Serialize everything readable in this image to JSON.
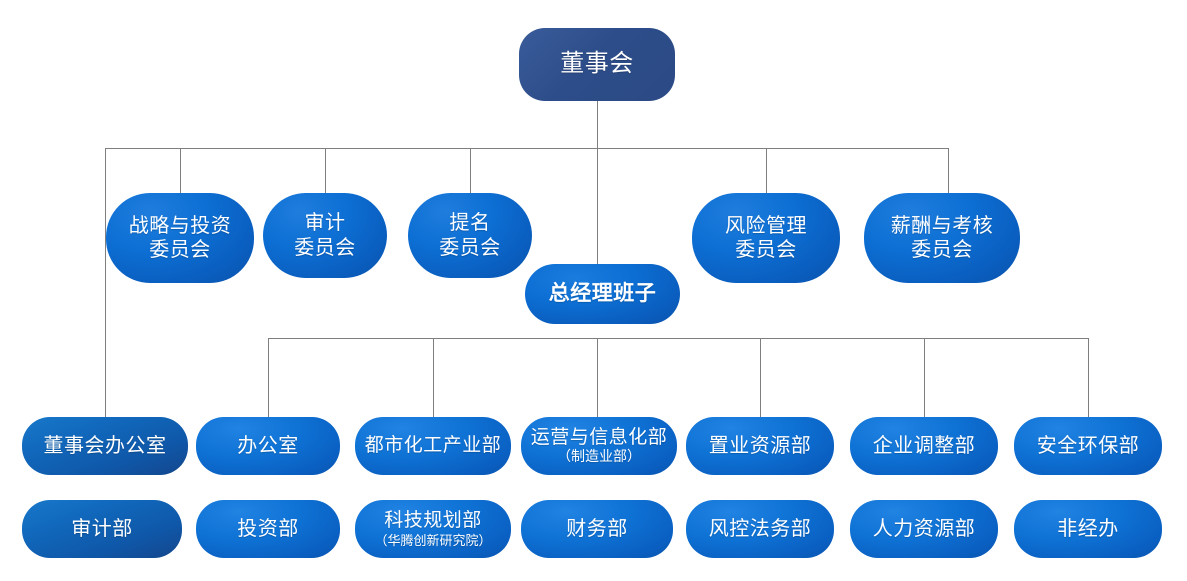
{
  "chart_title": "",
  "theme": {
    "background": "#ffffff",
    "line_color": "#7f7f7f",
    "board_color": "#2d4d8a",
    "committee_color": "#0d6fd4",
    "department_color": "#0f73d6",
    "accent_department_color": "#1169bd",
    "text_color": "#ffffff"
  },
  "board": {
    "label": "董事会"
  },
  "committees": [
    {
      "label_line1": "战略与投资",
      "label_line2": "委员会"
    },
    {
      "label_line1": "审计",
      "label_line2": "委员会"
    },
    {
      "label_line1": "提名",
      "label_line2": "委员会"
    },
    {
      "label_line1": "风险管理",
      "label_line2": "委员会"
    },
    {
      "label_line1": "薪酬与考核",
      "label_line2": "委员会"
    }
  ],
  "general_manager": {
    "label": "总经理班子"
  },
  "departments_row1": [
    {
      "label": "董事会办公室",
      "sub": ""
    },
    {
      "label": "办公室",
      "sub": ""
    },
    {
      "label": "都市化工产业部",
      "sub": ""
    },
    {
      "label": "运营与信息化部",
      "sub": "（制造业部）"
    },
    {
      "label": "置业资源部",
      "sub": ""
    },
    {
      "label": "企业调整部",
      "sub": ""
    },
    {
      "label": "安全环保部",
      "sub": ""
    }
  ],
  "departments_row2": [
    {
      "label": "审计部",
      "sub": ""
    },
    {
      "label": "投资部",
      "sub": ""
    },
    {
      "label": "科技规划部",
      "sub": "（华腾创新研究院）"
    },
    {
      "label": "财务部",
      "sub": ""
    },
    {
      "label": "风控法务部",
      "sub": ""
    },
    {
      "label": "人力资源部",
      "sub": ""
    },
    {
      "label": "非经办",
      "sub": ""
    }
  ]
}
